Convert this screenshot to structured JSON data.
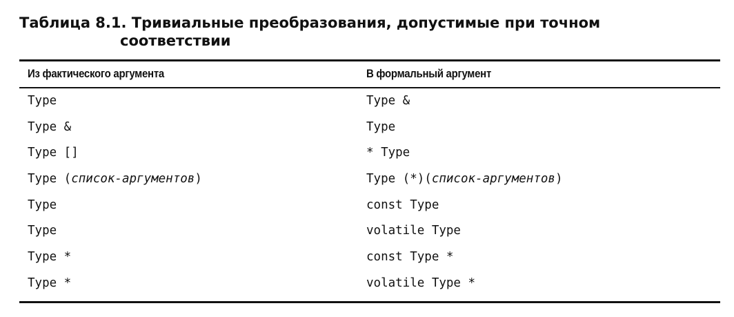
{
  "caption": {
    "line1": "Таблица 8.1. Тривиальные преобразования, допустимые при точном",
    "line2": "соответствии"
  },
  "table": {
    "headers": {
      "from": "Из фактического аргумента",
      "to": "В формальный аргумент"
    },
    "rows": [
      {
        "from": {
          "pre": "Type",
          "it": "",
          "post": ""
        },
        "to": {
          "pre": "Type &",
          "it": "",
          "post": ""
        }
      },
      {
        "from": {
          "pre": "Type &",
          "it": "",
          "post": ""
        },
        "to": {
          "pre": "Type",
          "it": "",
          "post": ""
        }
      },
      {
        "from": {
          "pre": "Type []",
          "it": "",
          "post": ""
        },
        "to": {
          "pre": "* Type",
          "it": "",
          "post": ""
        }
      },
      {
        "from": {
          "pre": "Type (",
          "it": "список-аргументов",
          "post": ")"
        },
        "to": {
          "pre": "Type (*)(",
          "it": "список-аргументов",
          "post": ")"
        }
      },
      {
        "from": {
          "pre": "Type",
          "it": "",
          "post": ""
        },
        "to": {
          "pre": "const Type",
          "it": "",
          "post": ""
        }
      },
      {
        "from": {
          "pre": "Type",
          "it": "",
          "post": ""
        },
        "to": {
          "pre": "volatile Type",
          "it": "",
          "post": ""
        }
      },
      {
        "from": {
          "pre": "Type *",
          "it": "",
          "post": ""
        },
        "to": {
          "pre": "const Type *",
          "it": "",
          "post": ""
        }
      },
      {
        "from": {
          "pre": "Type *",
          "it": "",
          "post": ""
        },
        "to": {
          "pre": "volatile Type *",
          "it": "",
          "post": ""
        }
      }
    ]
  }
}
